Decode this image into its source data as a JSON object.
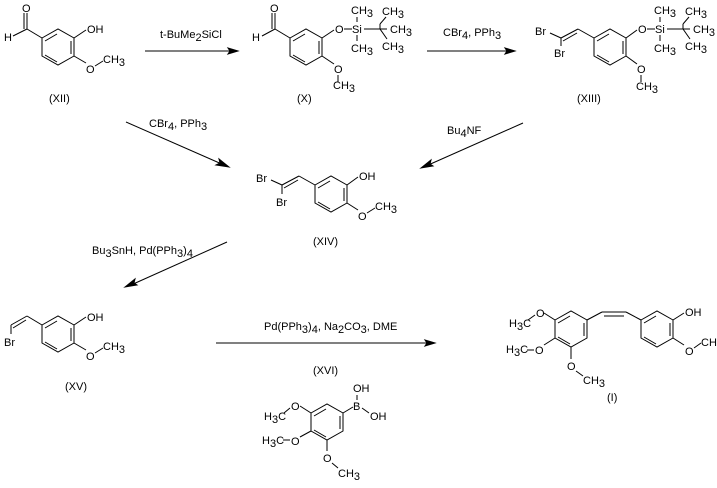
{
  "title": "Synthesis scheme of compound (I)",
  "colors": {
    "ink": "#000000",
    "background": "#ffffff"
  },
  "compounds": {
    "XII": {
      "label": "(XII)",
      "atoms": {
        "aldehyde_O": "O",
        "aldehyde_H": "H",
        "hydroxy": "OH",
        "methoxy_O": "O",
        "methoxy_C": "CH",
        "methoxy_sub": "3"
      }
    },
    "X": {
      "label": "(X)",
      "atoms": {
        "aldehyde_O": "O",
        "aldehyde_H": "H",
        "silyl_O": "O",
        "si": "Si",
        "methoxy_O": "O",
        "ch3": "CH",
        "sub3": "3"
      }
    },
    "XIII": {
      "label": "(XIII)",
      "atoms": {
        "br1": "Br",
        "br2": "Br",
        "silyl_O": "O",
        "si": "Si",
        "methoxy_O": "O",
        "ch3": "CH",
        "sub3": "3"
      }
    },
    "XIV": {
      "label": "(XIV)",
      "atoms": {
        "br1": "Br",
        "br2": "Br",
        "hydroxy": "OH",
        "methoxy_O": "O",
        "ch3": "CH",
        "sub3": "3"
      }
    },
    "XV": {
      "label": "(XV)",
      "atoms": {
        "br": "Br",
        "hydroxy": "OH",
        "methoxy_O": "O",
        "ch3": "CH",
        "sub3": "3"
      }
    },
    "XVI": {
      "label": "(XVI)",
      "atoms": {
        "oh": "OH",
        "b": "B",
        "o": "O",
        "h3c": "H",
        "c": "C",
        "ch3": "CH",
        "sub3": "3"
      }
    },
    "I": {
      "label": "(I)",
      "atoms": {
        "hydroxy": "OH",
        "o": "O",
        "h3c": "H",
        "c": "C",
        "ch3": "CH",
        "sub3": "3"
      }
    }
  },
  "reactions": [
    {
      "id": "step1",
      "from": "XII",
      "to": "X",
      "reagents": {
        "a": "t-BuMe",
        "a_sub": "2",
        "b": "SiCl"
      }
    },
    {
      "id": "step2",
      "from": "X",
      "to": "XIII",
      "reagents": {
        "a": "CBr",
        "a_sub": "4",
        "b": ", PPh",
        "b_sub": "3"
      }
    },
    {
      "id": "step3",
      "from": "XII",
      "to": "XIV",
      "reagents": {
        "a": "CBr",
        "a_sub": "4",
        "b": ", PPh",
        "b_sub": "3"
      }
    },
    {
      "id": "step4",
      "from": "XIII",
      "to": "XIV",
      "reagents": {
        "a": "Bu",
        "a_sub": "4",
        "b": "NF"
      }
    },
    {
      "id": "step5",
      "from": "XIV",
      "to": "XV",
      "reagents": {
        "a": "Bu",
        "a_sub": "3",
        "b": "SnH, Pd(PPh",
        "b_sub": "3",
        "c": ")",
        "c_sub": "4"
      }
    },
    {
      "id": "step6",
      "from": "XV",
      "to": "I",
      "with": "XVI",
      "reagents": {
        "a": "Pd(PPh",
        "a_sub": "3",
        "b": ")",
        "b_sub": "4",
        "c": ", Na",
        "c_sub": "2",
        "d": "CO",
        "d_sub": "3",
        "e": ", DME"
      }
    }
  ]
}
